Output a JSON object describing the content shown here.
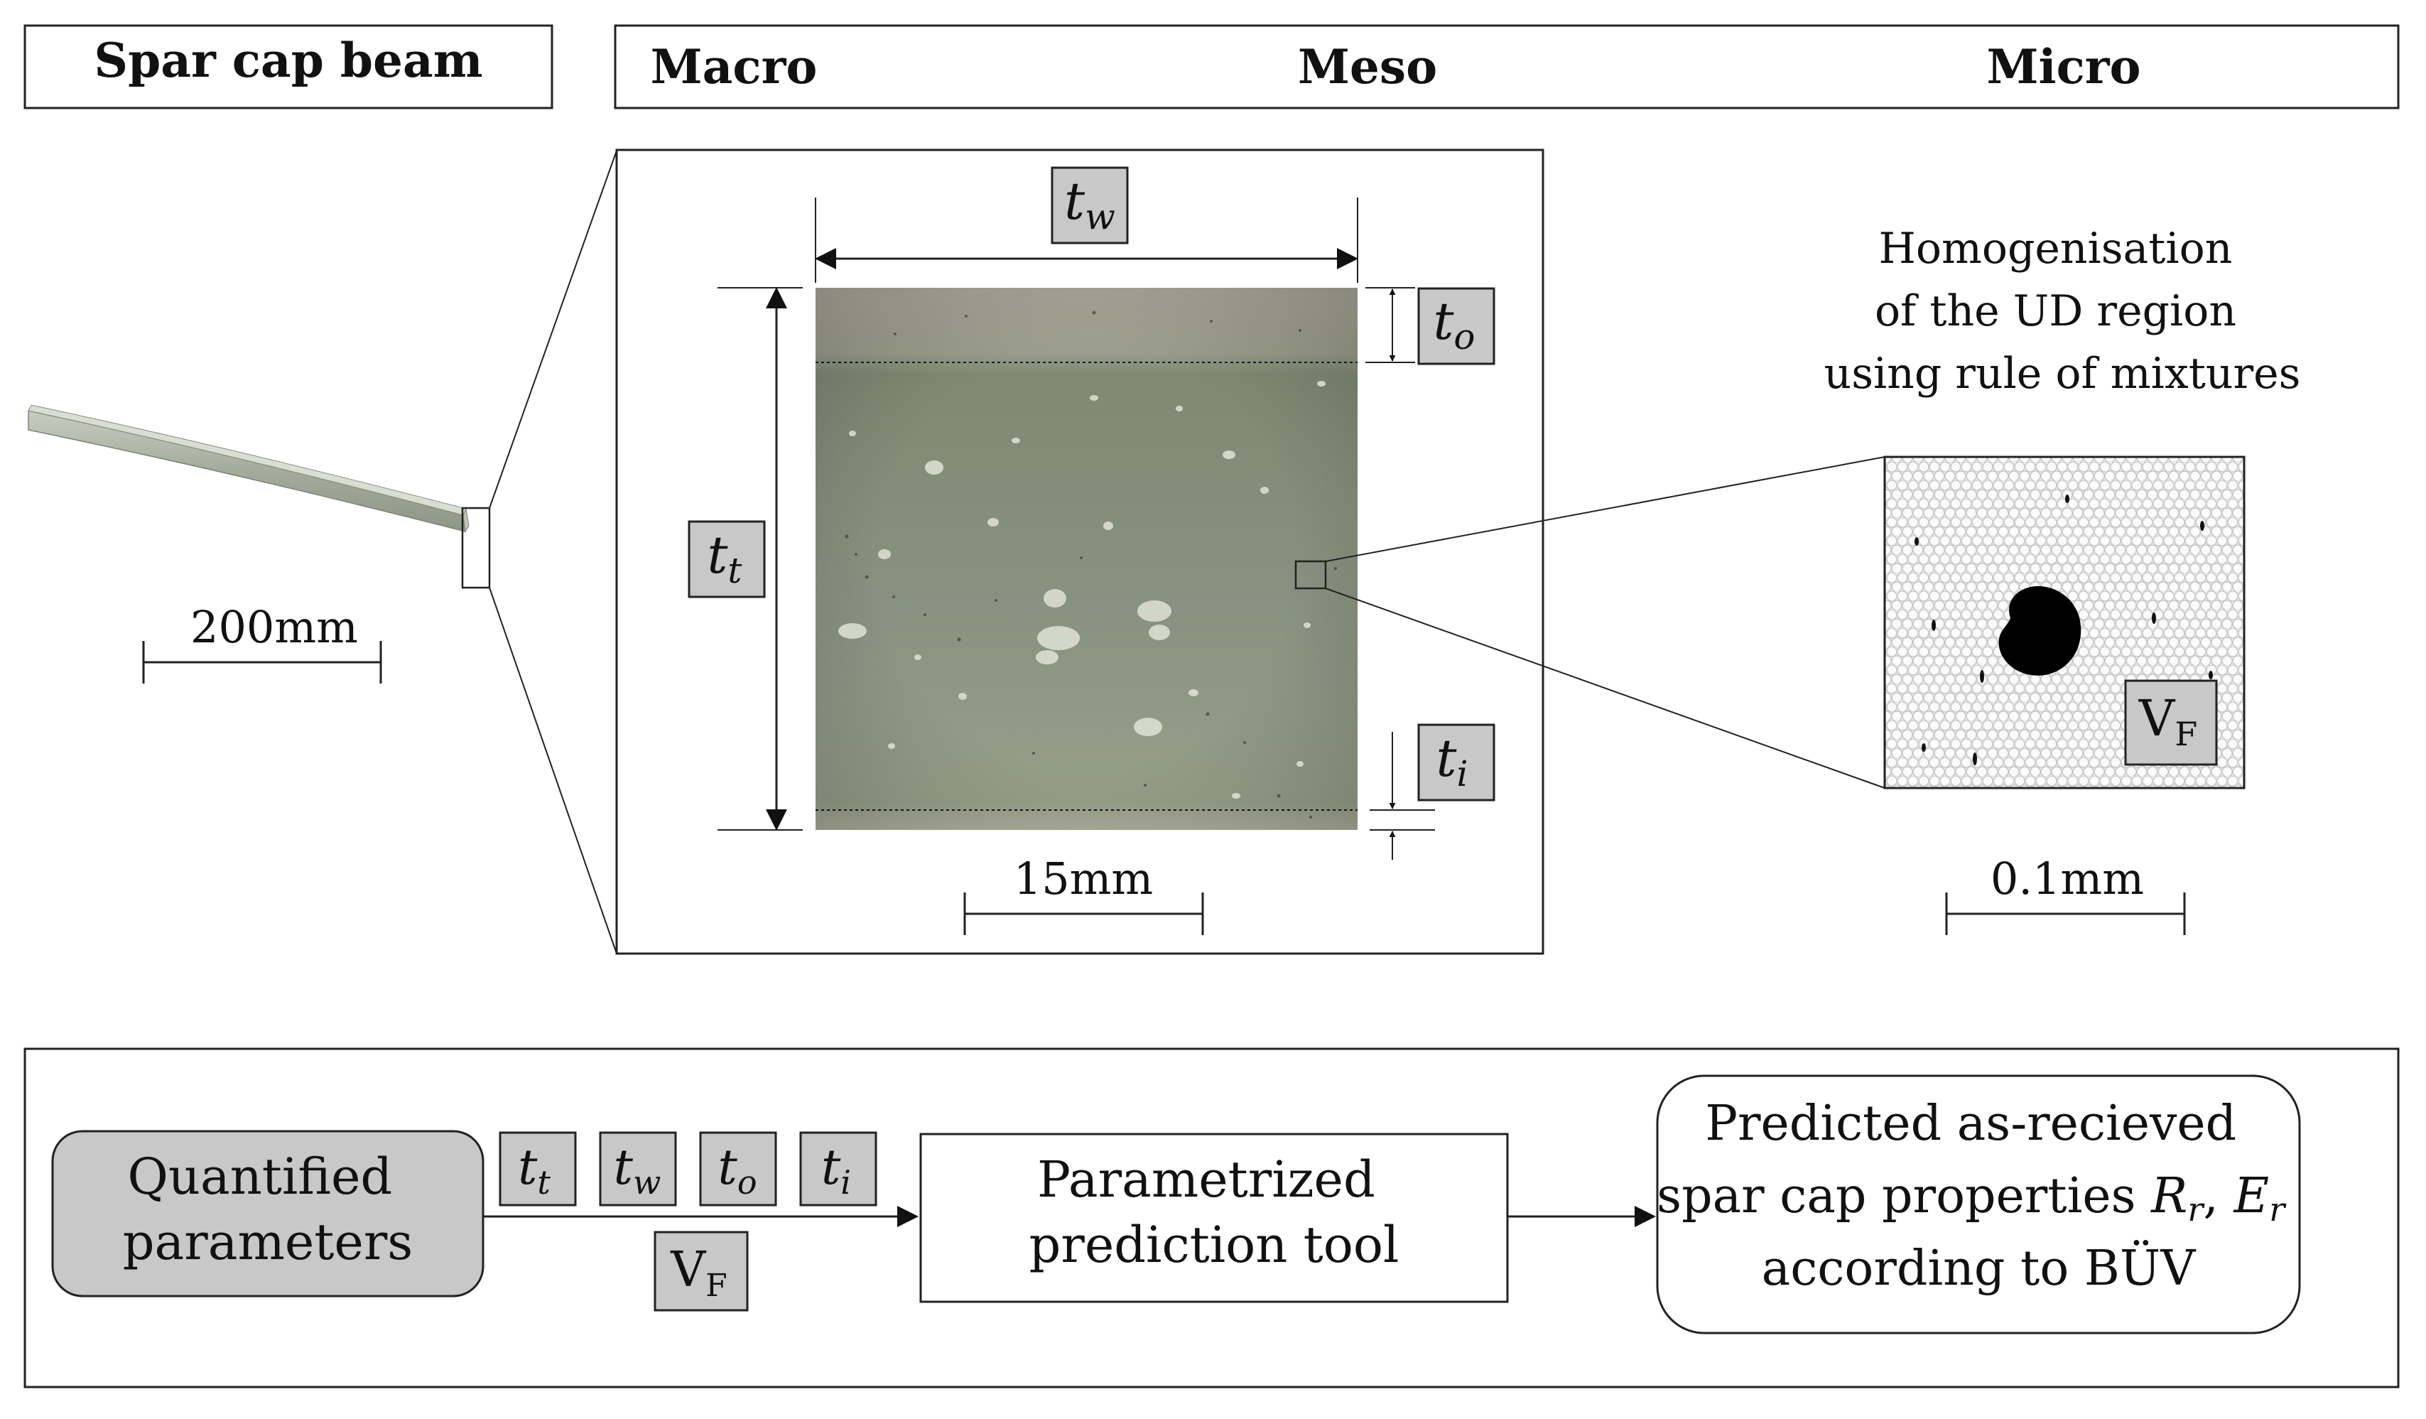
{
  "header": {
    "left_title": "Spar cap beam",
    "scales": [
      "Macro",
      "Meso",
      "Micro"
    ]
  },
  "macro": {
    "scale_bar": "200mm"
  },
  "meso": {
    "scale_bar": "15mm",
    "dims": {
      "tw": {
        "base": "t",
        "sub": "w"
      },
      "to": {
        "base": "t",
        "sub": "o"
      },
      "tt": {
        "base": "t",
        "sub": "t"
      },
      "ti": {
        "base": "t",
        "sub": "i"
      }
    }
  },
  "micro": {
    "caption": [
      "Homogenisation",
      "of the UD region",
      "using rule of mixtures"
    ],
    "vf": {
      "base": "V",
      "sub": "F"
    },
    "scale_bar": "0.1mm"
  },
  "flow": {
    "input": [
      "Quantified",
      "parameters"
    ],
    "params": [
      {
        "base": "t",
        "sub": "t"
      },
      {
        "base": "t",
        "sub": "w"
      },
      {
        "base": "t",
        "sub": "o"
      },
      {
        "base": "t",
        "sub": "i"
      }
    ],
    "vf": {
      "base": "V",
      "sub": "F"
    },
    "tool": [
      "Parametrized",
      "prediction tool"
    ],
    "output": {
      "line1": "Predicted as-recieved",
      "line2_prefix": "spar cap properties ",
      "r_base": "R",
      "r_sub": "r",
      "separator": ", ",
      "e_base": "E",
      "e_sub": "r",
      "line3": "according to BÜV"
    }
  },
  "colors": {
    "specimen_top": "#a9a89a",
    "specimen_body": "#86907a",
    "label_fill": "#c8c8c8",
    "micro_bg": "#efefef"
  }
}
